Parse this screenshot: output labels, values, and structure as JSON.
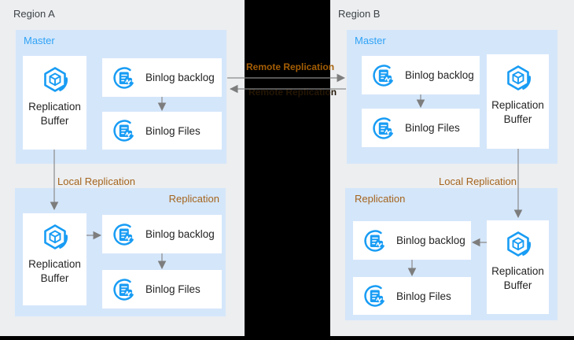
{
  "regions": {
    "a": {
      "label": "Region A",
      "local_replication_label": "Local Replication",
      "master": {
        "label": "Master",
        "replication_buffer": "Replication Buffer",
        "binlog_backlog": "Binlog backlog",
        "binlog_files": "Binlog Files"
      },
      "replication": {
        "label": "Replication",
        "replication_buffer": "Replication Buffer",
        "binlog_backlog": "Binlog backlog",
        "binlog_files": "Binlog Files"
      }
    },
    "b": {
      "label": "Region B",
      "local_replication_label": "Local Replication",
      "master": {
        "label": "Master",
        "replication_buffer": "Replication Buffer",
        "binlog_backlog": "Binlog backlog",
        "binlog_files": "Binlog Files"
      },
      "replication": {
        "label": "Replication",
        "replication_buffer": "Replication Buffer",
        "binlog_backlog": "Binlog backlog",
        "binlog_files": "Binlog Files"
      }
    }
  },
  "connections": {
    "remote_replication_label": "Remote Replication",
    "remote_replication_hidden_label": "Remote Replication"
  },
  "icons": {
    "replication_buffer": "hexagon-cube-icon",
    "binlog": "log-document-pulse-icon"
  },
  "colors": {
    "background": "#ECEEF0",
    "panel_blue": "#D4E6FA",
    "node_white": "#FFFFFF",
    "icon_blue": "#189CF4",
    "master_label_blue": "#2FA3F6",
    "orange_label": "#A5641D",
    "arrow_gray": "#8A8A8A",
    "redaction_black": "#000000",
    "node_text": "#242424",
    "region_text": "#3E4247"
  }
}
